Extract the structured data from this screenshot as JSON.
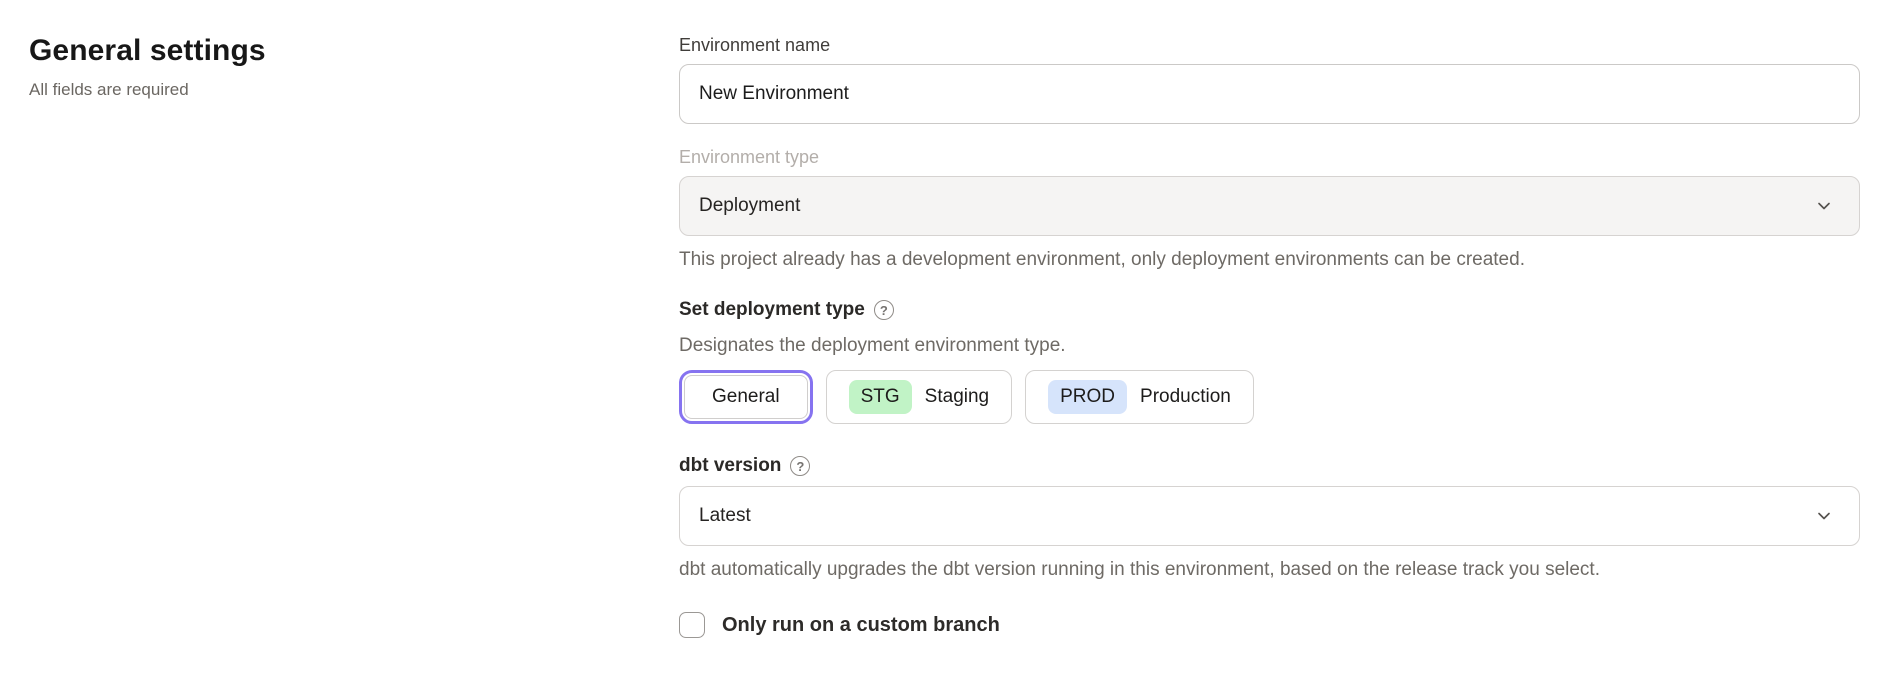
{
  "left_panel": {
    "title": "General settings",
    "subtitle": "All fields are required"
  },
  "form": {
    "environment_name": {
      "label": "Environment name",
      "value": "New Environment"
    },
    "environment_type": {
      "label": "Environment type",
      "value": "Deployment",
      "disabled": true,
      "helper": "This project already has a development environment, only deployment environments can be created."
    },
    "deployment_type": {
      "label": "Set deployment type",
      "description": "Designates the deployment environment type.",
      "options": [
        {
          "label": "General",
          "selected": true
        },
        {
          "badge": "STG",
          "label": "Staging",
          "selected": false
        },
        {
          "badge": "PROD",
          "label": "Production",
          "selected": false
        }
      ]
    },
    "dbt_version": {
      "label": "dbt version",
      "value": "Latest",
      "helper": "dbt automatically upgrades the dbt version running in this environment, based on the release track you select."
    },
    "custom_branch": {
      "label": "Only run on a custom branch",
      "checked": false
    }
  },
  "icons": {
    "help_glyph": "?"
  },
  "colors": {
    "accent": "#8673f0",
    "staging_badge_bg": "#c1f3c6",
    "production_badge_bg": "#d6e4fb"
  }
}
